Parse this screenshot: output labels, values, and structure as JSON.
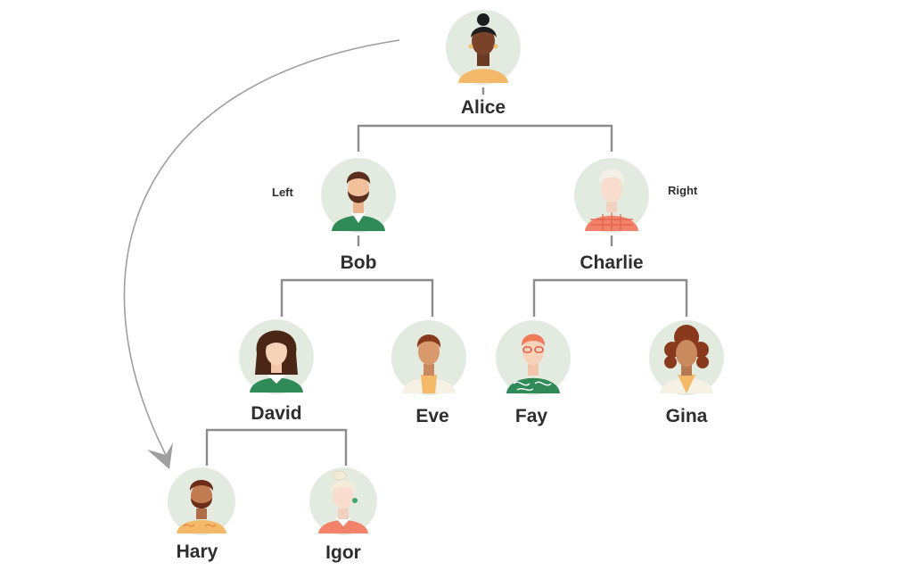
{
  "tree": {
    "nodes": {
      "alice": {
        "label": "Alice"
      },
      "bob": {
        "label": "Bob"
      },
      "charlie": {
        "label": "Charlie"
      },
      "david": {
        "label": "David"
      },
      "eve": {
        "label": "Eve"
      },
      "fay": {
        "label": "Fay"
      },
      "gina": {
        "label": "Gina"
      },
      "hary": {
        "label": "Hary"
      },
      "igor": {
        "label": "Igor"
      }
    },
    "edges": [
      [
        "alice",
        "bob"
      ],
      [
        "alice",
        "charlie"
      ],
      [
        "bob",
        "david"
      ],
      [
        "bob",
        "eve"
      ],
      [
        "charlie",
        "fay"
      ],
      [
        "charlie",
        "gina"
      ],
      [
        "david",
        "hary"
      ],
      [
        "david",
        "igor"
      ]
    ],
    "side_labels": {
      "left": "Left",
      "right": "Right"
    }
  },
  "colors": {
    "avatar_background": "#e3ebe1",
    "connector": "#8c8c8c",
    "label_text": "#2e2e2e",
    "arrow": "#9e9e9e"
  }
}
